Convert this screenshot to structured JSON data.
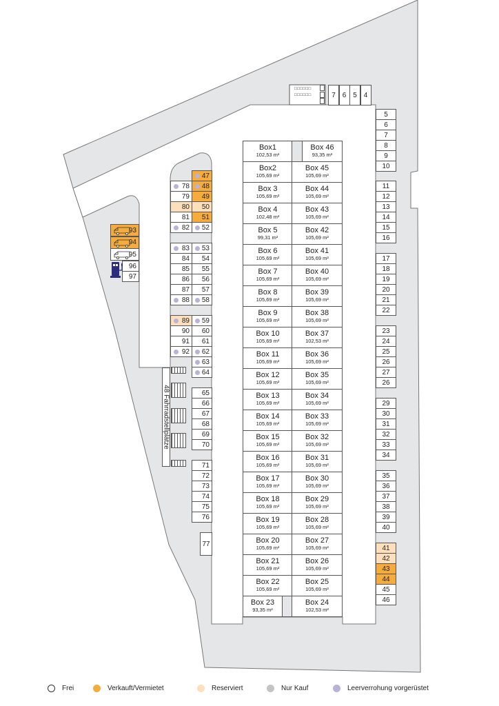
{
  "colors": {
    "sold": "#f5ac3c",
    "reserved": "#fde0bb",
    "nur_kauf": "#c4c4c4",
    "ev": "#b8b4d8",
    "lot": "#e5e6e8"
  },
  "boxes_left": [
    {
      "label": "Box1",
      "area": "102,53 m²",
      "s": "sold"
    },
    {
      "label": "Box2",
      "area": "105,69 m²",
      "s": "sold"
    },
    {
      "label": "Box 3",
      "area": "105,69 m²",
      "s": "sold"
    },
    {
      "label": "Box 4",
      "area": "102,48 m²",
      "s": "res"
    },
    {
      "label": "Box 5",
      "area": "99,31 m²",
      "s": "free"
    },
    {
      "label": "Box 6",
      "area": "105,69 m²",
      "s": "sold"
    },
    {
      "label": "Box 7",
      "area": "105,69 m²",
      "s": "free"
    },
    {
      "label": "Box 8",
      "area": "105,69 m²",
      "s": "free"
    },
    {
      "label": "Box 9",
      "area": "105,69 m²",
      "s": "free"
    },
    {
      "label": "Box 10",
      "area": "105,69 m²",
      "s": "free"
    },
    {
      "label": "Box 11",
      "area": "105,69 m²",
      "s": "free"
    },
    {
      "label": "Box 12",
      "area": "105,69 m²",
      "s": "free"
    },
    {
      "label": "Box 13",
      "area": "105,69 m²",
      "s": "free"
    },
    {
      "label": "Box 14",
      "area": "105,69 m²",
      "s": "free"
    },
    {
      "label": "Box 15",
      "area": "105,69 m²",
      "s": "free"
    },
    {
      "label": "Box 16",
      "area": "105,69 m²",
      "s": "free"
    },
    {
      "label": "Box 17",
      "area": "105,69 m²",
      "s": "free"
    },
    {
      "label": "Box 18",
      "area": "105,69 m²",
      "s": "free"
    },
    {
      "label": "Box 19",
      "area": "105,69 m²",
      "s": "free"
    },
    {
      "label": "Box 20",
      "area": "105,69 m²",
      "s": "free"
    },
    {
      "label": "Box 21",
      "area": "105,69 m²",
      "s": "free"
    },
    {
      "label": "Box 22",
      "area": "105,69 m²",
      "s": "free"
    },
    {
      "label": "Box 23",
      "area": "93,35 m²",
      "s": "free"
    }
  ],
  "boxes_right": [
    {
      "label": "Box 46",
      "area": "93,35 m²",
      "s": "free"
    },
    {
      "label": "Box 45",
      "area": "105,69 m²",
      "s": "free"
    },
    {
      "label": "Box 44",
      "area": "105,69 m²",
      "s": "free"
    },
    {
      "label": "Box 43",
      "area": "105,69 m²",
      "s": "free"
    },
    {
      "label": "Box 42",
      "area": "105,69 m²",
      "s": "free"
    },
    {
      "label": "Box 41",
      "area": "105,69 m²",
      "s": "free"
    },
    {
      "label": "Box 40",
      "area": "105,69 m²",
      "s": "free"
    },
    {
      "label": "Box 39",
      "area": "105,69 m²",
      "s": "free"
    },
    {
      "label": "Box 38",
      "area": "105,69 m²",
      "s": "free"
    },
    {
      "label": "Box 37",
      "area": "102,53 m²",
      "s": "free"
    },
    {
      "label": "Box 36",
      "area": "105,69 m²",
      "s": "free"
    },
    {
      "label": "Box 35",
      "area": "105,69 m²",
      "s": "free"
    },
    {
      "label": "Box 34",
      "area": "105,69 m²",
      "s": "free"
    },
    {
      "label": "Box 33",
      "area": "105,69 m²",
      "s": "free"
    },
    {
      "label": "Box 32",
      "area": "105,69 m²",
      "s": "free"
    },
    {
      "label": "Box 31",
      "area": "105,69 m²",
      "s": "free"
    },
    {
      "label": "Box 30",
      "area": "105,69 m²",
      "s": "free"
    },
    {
      "label": "Box 29",
      "area": "105,69 m²",
      "s": "free"
    },
    {
      "label": "Box 28",
      "area": "105,69 m²",
      "s": "free"
    },
    {
      "label": "Box 27",
      "area": "105,69 m²",
      "s": "free"
    },
    {
      "label": "Box 26",
      "area": "105,69 m²",
      "s": "res"
    },
    {
      "label": "Box 25",
      "area": "105,69 m²",
      "s": "sold"
    },
    {
      "label": "Box 24",
      "area": "102,53 m²",
      "s": "nur"
    }
  ],
  "lot_right_column": [
    [
      {
        "n": "47",
        "s": "sold",
        "ev": 1
      },
      {
        "n": "48",
        "s": "sold",
        "ev": 1
      },
      {
        "n": "49",
        "s": "sold"
      },
      {
        "n": "50",
        "s": "res"
      },
      {
        "n": "51",
        "s": "sold"
      },
      {
        "n": "52",
        "ev": 1
      }
    ],
    [
      {
        "n": "53",
        "ev": 1
      },
      {
        "n": "54"
      },
      {
        "n": "55"
      },
      {
        "n": "56"
      },
      {
        "n": "57"
      },
      {
        "n": "58",
        "ev": 1
      }
    ],
    [
      {
        "n": "59",
        "ev": 1
      },
      {
        "n": "60"
      },
      {
        "n": "61"
      },
      {
        "n": "62",
        "ev": 1
      },
      {
        "n": "63",
        "ev": 1
      },
      {
        "n": "64",
        "ev": 1
      }
    ],
    [
      {
        "n": "65"
      },
      {
        "n": "66"
      },
      {
        "n": "67"
      },
      {
        "n": "68"
      },
      {
        "n": "69"
      },
      {
        "n": "70"
      }
    ],
    [
      {
        "n": "71"
      },
      {
        "n": "72"
      },
      {
        "n": "73"
      },
      {
        "n": "74"
      },
      {
        "n": "75"
      },
      {
        "n": "76"
      }
    ]
  ],
  "lot_left_column": [
    [
      {
        "n": "78",
        "ev": 1
      },
      {
        "n": "79"
      },
      {
        "n": "80",
        "s": "res"
      },
      {
        "n": "81"
      },
      {
        "n": "82",
        "ev": 1
      }
    ],
    [
      {
        "n": "83",
        "ev": 1
      },
      {
        "n": "84"
      },
      {
        "n": "85"
      },
      {
        "n": "86"
      },
      {
        "n": "87"
      },
      {
        "n": "88",
        "ev": 1
      }
    ],
    [
      {
        "n": "89",
        "s": "res",
        "ev": 1
      },
      {
        "n": "90"
      },
      {
        "n": "91"
      },
      {
        "n": "92",
        "ev": 1
      }
    ]
  ],
  "spot_77": {
    "n": "77"
  },
  "van_spots": [
    {
      "n": "93",
      "s": "sold"
    },
    {
      "n": "94",
      "s": "sold"
    },
    {
      "n": "95"
    }
  ],
  "ev_spots": [
    {
      "n": "96"
    },
    {
      "n": "97"
    }
  ],
  "east_column": [
    [
      {
        "n": "5"
      },
      {
        "n": "6"
      },
      {
        "n": "7"
      },
      {
        "n": "8"
      },
      {
        "n": "9"
      },
      {
        "n": "10"
      }
    ],
    [
      {
        "n": "11"
      },
      {
        "n": "12"
      },
      {
        "n": "13"
      },
      {
        "n": "14"
      },
      {
        "n": "15"
      },
      {
        "n": "16"
      }
    ],
    [
      {
        "n": "17"
      },
      {
        "n": "18"
      },
      {
        "n": "19"
      },
      {
        "n": "20"
      },
      {
        "n": "21"
      },
      {
        "n": "22"
      }
    ],
    [
      {
        "n": "23"
      },
      {
        "n": "24"
      },
      {
        "n": "25"
      },
      {
        "n": "26"
      },
      {
        "n": "27"
      },
      {
        "n": "26"
      }
    ],
    [
      {
        "n": "29"
      },
      {
        "n": "30"
      },
      {
        "n": "31"
      },
      {
        "n": "32"
      },
      {
        "n": "33"
      },
      {
        "n": "34"
      }
    ],
    [
      {
        "n": "35"
      },
      {
        "n": "36"
      },
      {
        "n": "37"
      },
      {
        "n": "38"
      },
      {
        "n": "39"
      },
      {
        "n": "40"
      }
    ],
    [
      {
        "n": "41",
        "s": "res"
      },
      {
        "n": "42",
        "s": "res"
      },
      {
        "n": "43",
        "s": "sold"
      },
      {
        "n": "44",
        "s": "sold"
      },
      {
        "n": "45"
      },
      {
        "n": "46"
      }
    ]
  ],
  "north_spots": [
    {
      "n": "7"
    },
    {
      "n": "6"
    },
    {
      "n": "5"
    },
    {
      "n": "4"
    }
  ],
  "bike_label": "48 Fahrradstellplätze",
  "legend": [
    {
      "label": "Frei",
      "key": "free"
    },
    {
      "label": "Verkauft/Vermietet",
      "key": "sold"
    },
    {
      "label": "Reserviert",
      "key": "res"
    },
    {
      "label": "Nur Kauf",
      "key": "nur"
    },
    {
      "label": "Leerverrohung vorgerüstet",
      "key": "ev"
    }
  ]
}
